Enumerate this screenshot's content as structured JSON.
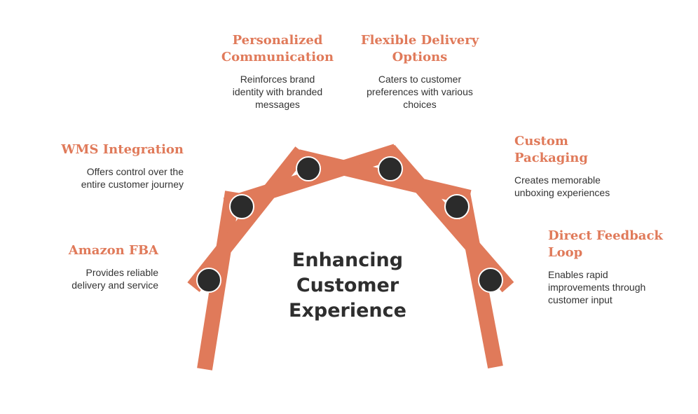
{
  "center_title_lines": [
    "Enhancing",
    "Customer",
    "Experience"
  ],
  "colors": {
    "accent": "#e07a5a",
    "node": "#2b2b2b",
    "text": "#333333"
  },
  "items": [
    {
      "title_lines": [
        "Amazon FBA"
      ],
      "desc_lines": [
        "Provides reliable",
        "delivery and service"
      ]
    },
    {
      "title_lines": [
        "WMS Integration"
      ],
      "desc_lines": [
        "Offers control over the",
        "entire customer journey"
      ]
    },
    {
      "title_lines": [
        "Personalized",
        "Communication"
      ],
      "desc_lines": [
        "Reinforces brand",
        "identity with branded",
        "messages"
      ]
    },
    {
      "title_lines": [
        "Flexible Delivery",
        "Options"
      ],
      "desc_lines": [
        "Caters to customer",
        "preferences with various",
        "choices"
      ]
    },
    {
      "title_lines": [
        "Custom",
        "Packaging"
      ],
      "desc_lines": [
        "Creates memorable",
        "unboxing experiences"
      ]
    },
    {
      "title_lines": [
        "Direct Feedback",
        "Loop"
      ],
      "desc_lines": [
        "Enables rapid",
        "improvements through",
        "customer input"
      ]
    }
  ]
}
